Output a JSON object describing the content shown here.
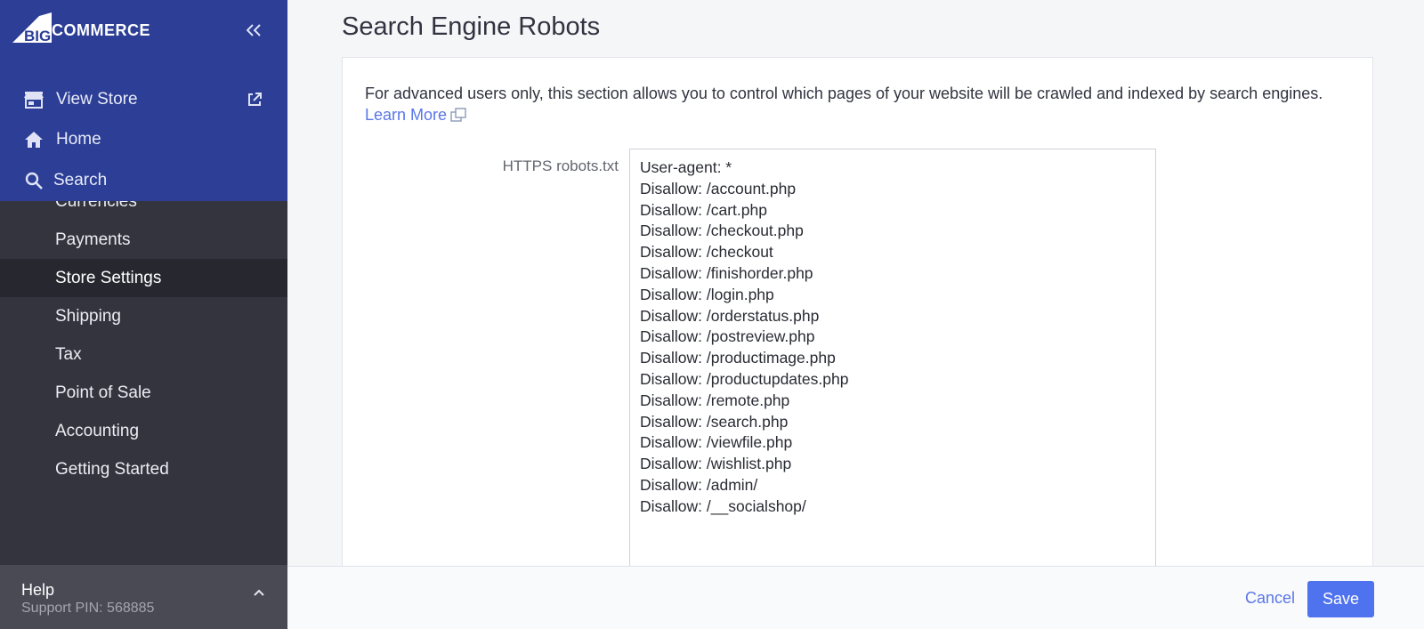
{
  "brand": {
    "logo_text": "COMMERCE",
    "logo_prefix": "BIG"
  },
  "sidebar": {
    "top_items": [
      {
        "label": "View Store",
        "icon": "store-icon"
      },
      {
        "label": "Home",
        "icon": "home-icon"
      },
      {
        "label": "Search",
        "icon": "search-icon"
      }
    ],
    "items": [
      {
        "label": "Currencies"
      },
      {
        "label": "Payments"
      },
      {
        "label": "Store Settings",
        "active": true
      },
      {
        "label": "Shipping"
      },
      {
        "label": "Tax"
      },
      {
        "label": "Point of Sale"
      },
      {
        "label": "Accounting"
      },
      {
        "label": "Getting Started"
      }
    ],
    "help": {
      "title": "Help",
      "support_pin": "Support PIN: 568885"
    }
  },
  "main": {
    "title": "Search Engine Robots",
    "description": "For advanced users only, this section allows you to control which pages of your website will be crawled and indexed by search engines.",
    "learn_more": "Learn More",
    "field_label": "HTTPS robots.txt",
    "robots_txt": "User-agent: *\nDisallow: /account.php\nDisallow: /cart.php\nDisallow: /checkout.php\nDisallow: /checkout\nDisallow: /finishorder.php\nDisallow: /login.php\nDisallow: /orderstatus.php\nDisallow: /postreview.php\nDisallow: /productimage.php\nDisallow: /productupdates.php\nDisallow: /remote.php\nDisallow: /search.php\nDisallow: /viewfile.php\nDisallow: /wishlist.php\nDisallow: /admin/\nDisallow: /__socialshop/"
  },
  "footer": {
    "cancel_label": "Cancel",
    "save_label": "Save"
  },
  "colors": {
    "sidebar_top": "#2c3e96",
    "sidebar": "#34343f",
    "accent": "#4f72ef",
    "link": "#5a76e8"
  }
}
